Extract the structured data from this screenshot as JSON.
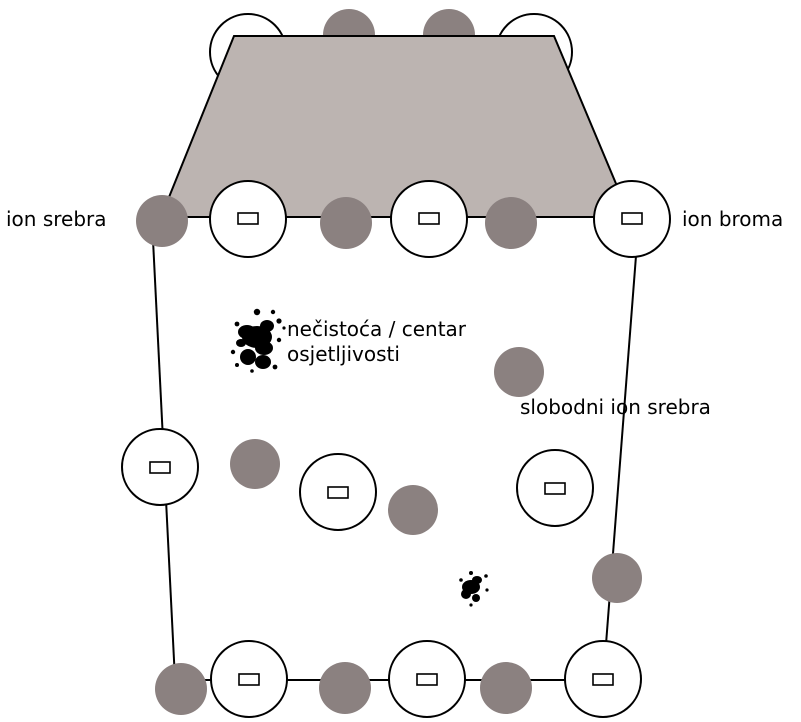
{
  "labels": {
    "silver_ion": "ion srebra",
    "bromide_ion": "ion broma",
    "impurity_line1": "nečistoća / centar",
    "impurity_line2": "osjetljivosti",
    "free_silver_ion": "slobodni ion srebra"
  },
  "colors": {
    "silver_ion_fill": "#8b8180",
    "bromide_ion_fill": "#ffffff",
    "bromide_ion_stroke": "#000000",
    "shaded_region_fill": "#bcb4b1",
    "outline": "#000000",
    "impurity_fill": "#000000"
  },
  "icons": {
    "bromide_ion_marker": "rectangle-outline",
    "impurity_mark": "ink-splatter"
  }
}
